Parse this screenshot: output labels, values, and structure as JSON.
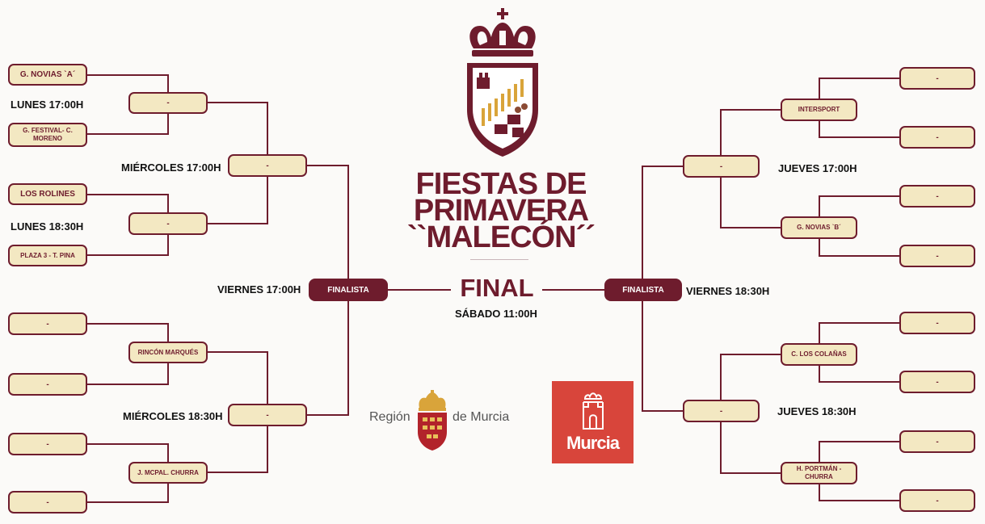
{
  "title": {
    "line1": "FIESTAS DE",
    "line2": "PRIMAVERA",
    "line3": "``MALECÓN´´"
  },
  "final": {
    "word": "FINAL",
    "time": "SÁBADO 11:00H"
  },
  "left": {
    "r1": [
      "G. NOVIAS `A´",
      "G. FESTIVAL- C. MORENO",
      "LOS ROLINES",
      "PLAZA 3 - T. PINA",
      "-",
      "-",
      "-",
      "-"
    ],
    "r2": [
      "-",
      "-",
      "RINCÓN MARQUÉS",
      "J. MCPAL. CHURRA"
    ],
    "r3": [
      "-",
      "-"
    ],
    "finalist": "FINALISTA"
  },
  "right": {
    "r1": [
      "-",
      "-",
      "-",
      "-",
      "-",
      "-",
      "-",
      "-"
    ],
    "r2": [
      "INTERSPORT",
      "G. NOVIAS `B´",
      "C. LOS COLAÑAS",
      "H. PORTMÁN - CHURRA"
    ],
    "r3": [
      "-",
      "-"
    ],
    "finalist": "FINALISTA"
  },
  "times": {
    "lunes_17": "LUNES 17:00H",
    "lunes_1830": "LUNES 18:30H",
    "miercoles_17": "MIÉRCOLES 17:00H",
    "miercoles_1830": "MIÉRCOLES 18:30H",
    "viernes_17": "VIERNES 17:00H",
    "viernes_1830": "VIERNES 18:30H",
    "jueves_17": "JUEVES 17:00H",
    "jueves_1830": "JUEVES 18:30H"
  },
  "logos": {
    "region_left": "Región",
    "region_right": "de Murcia",
    "murcia": "Murcia"
  },
  "colors": {
    "maroon": "#6e1c2d",
    "cream": "#f3e8c2",
    "murcia_red": "#d8453b",
    "gold": "#d9a43a"
  }
}
